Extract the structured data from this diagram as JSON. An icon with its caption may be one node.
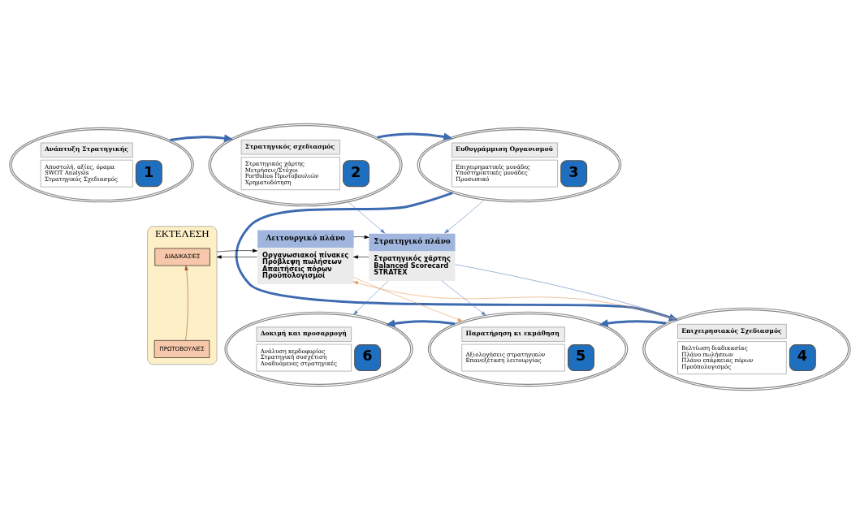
{
  "diagram": {
    "nodes": [
      {
        "text": [
          "Ανάπτυξη Στρατηγικής",
          "Αποστολή, αξίες, όραμα",
          "SWOT Analysis",
          "Στρατηγικός Σχεδιασμός",
          "1"
        ]
      },
      {
        "text": [
          "Στρατηγικός σχεδιασμός",
          "Στρατηγικός χάρτης",
          "Μετρήσεις/Στόχοι",
          "Portfolios Πρωτοβουλιών",
          "Χρηματοδότηση",
          "2"
        ]
      },
      {
        "text": [
          "Ευθυγράμμιση Οργανισμού",
          "Επιχειρηματικές μονάδες",
          "Υποστηρικτικές μονάδες",
          "Προσωπικό",
          "3"
        ]
      },
      {
        "text": [
          "ΕΚΤΕΛΕΣΗ"
        ]
      },
      {
        "text": [
          "ΔΙΑΔΙΚΑΣΙΕΣ"
        ],
        "in": 3
      },
      {
        "text": [
          "ΠΡΩΤΟΒΟΥΛΙΕΣ"
        ],
        "in": 3
      },
      {
        "text": [
          "Λειτουργικό πλάνο",
          "Οργανωσιακοί πίνακες",
          "Πρόβλεψη πωλήσεων",
          "Απαιτήσεις πόρων",
          "Προϋπολογισμοί"
        ]
      },
      {
        "text": [
          "Στρατηγικό πλάνο",
          "Στρατηγικός χάρτης",
          "Balanced Scorecard",
          "STRATEX"
        ]
      },
      {
        "text": [
          "Δοκιμή και προσαρμογή",
          "Ανάλυση κερδοφορίας",
          "Στρατηγική συσχέτιση",
          "Αναδυόμενες στρατηγικές",
          "6"
        ]
      },
      {
        "text": [
          "Παρατήρηση κι εκμάθηση",
          "Αξιολογήσεις στρατηγικών",
          "Επανεξέταση λειτουργίας",
          "5"
        ]
      },
      {
        "text": [
          "Επιχειρησιακός Σχεδιασμός",
          "Βελτίωση διαδικασίας",
          "Πλάνο πωλήσεων",
          "Πλάνο επάρκειας πόρων",
          "Προϋπολογισμός",
          "4"
        ]
      }
    ],
    "edges": [
      {
        "from": 0,
        "to": 1,
        "arrow": "to",
        "style": "thick",
        "color": "#3e6ab0"
      },
      {
        "from": 1,
        "to": 2,
        "arrow": "to",
        "style": "thick",
        "color": "#3e6ab0"
      },
      {
        "from": 2,
        "to": 10,
        "arrow": "to",
        "style": "thick",
        "color": "#3e6ab0"
      },
      {
        "from": 10,
        "to": 9,
        "arrow": "to",
        "style": "thick",
        "color": "#3e6ab0"
      },
      {
        "from": 9,
        "to": 8,
        "arrow": "to",
        "style": "thick",
        "color": "#3e6ab0"
      },
      {
        "from": 1,
        "to": 7,
        "arrow": "to",
        "color": "#5b84bd"
      },
      {
        "from": 2,
        "to": 7,
        "arrow": "to",
        "color": "#5b84bd"
      },
      {
        "from": 6,
        "to": 3,
        "arrow": "to",
        "color": "#000000"
      },
      {
        "from": 3,
        "to": 6,
        "arrow": "to",
        "color": "#000000"
      },
      {
        "from": 7,
        "to": 6,
        "arrow": "to",
        "color": "#000000"
      },
      {
        "from": 6,
        "to": 7,
        "arrow": "to",
        "color": "#000000"
      },
      {
        "from": 7,
        "to": 8,
        "arrow": "to",
        "color": "#5b84bd"
      },
      {
        "from": 7,
        "to": 9,
        "arrow": "to",
        "color": "#5b84bd"
      },
      {
        "from": 7,
        "to": 10,
        "arrow": "to",
        "color": "#5b84bd"
      },
      {
        "from": 6,
        "to": 9,
        "arrow": "to",
        "color": "#e39a5c"
      },
      {
        "from": 10,
        "to": 6,
        "arrow": "to",
        "color": "#e39a5c"
      },
      {
        "from": 5,
        "to": 4,
        "arrow": "to",
        "color": "#a0522d"
      }
    ]
  }
}
